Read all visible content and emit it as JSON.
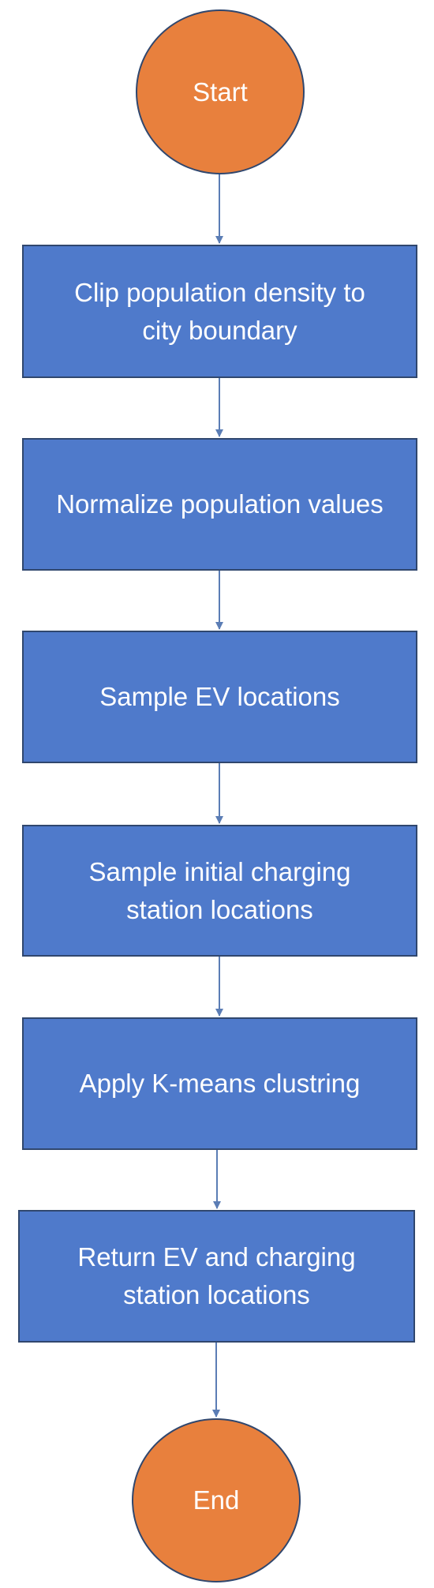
{
  "flowchart": {
    "colors": {
      "terminal_fill": "#E8803D",
      "process_fill": "#4F7ACB",
      "border": "#30476E",
      "connector": "#5B7DB5",
      "text": "#FFFFFF"
    },
    "nodes": [
      {
        "id": "start",
        "shape": "ellipse",
        "label": "Start"
      },
      {
        "id": "clip",
        "shape": "rectangle",
        "label_lines": [
          "Clip population density to",
          "city boundary"
        ]
      },
      {
        "id": "normalize",
        "shape": "rectangle",
        "label": "Normalize population values"
      },
      {
        "id": "sample_ev",
        "shape": "rectangle",
        "label": "Sample EV locations"
      },
      {
        "id": "sample_stations",
        "shape": "rectangle",
        "label_lines": [
          "Sample initial charging",
          "station locations"
        ]
      },
      {
        "id": "kmeans",
        "shape": "rectangle",
        "label": "Apply K-means clustring"
      },
      {
        "id": "return",
        "shape": "rectangle",
        "label_lines": [
          "Return EV and charging",
          "station locations"
        ]
      },
      {
        "id": "end",
        "shape": "ellipse",
        "label": "End"
      }
    ],
    "edges": [
      {
        "from": "start",
        "to": "clip"
      },
      {
        "from": "clip",
        "to": "normalize"
      },
      {
        "from": "normalize",
        "to": "sample_ev"
      },
      {
        "from": "sample_ev",
        "to": "sample_stations"
      },
      {
        "from": "sample_stations",
        "to": "kmeans"
      },
      {
        "from": "kmeans",
        "to": "return"
      },
      {
        "from": "return",
        "to": "end"
      }
    ]
  }
}
